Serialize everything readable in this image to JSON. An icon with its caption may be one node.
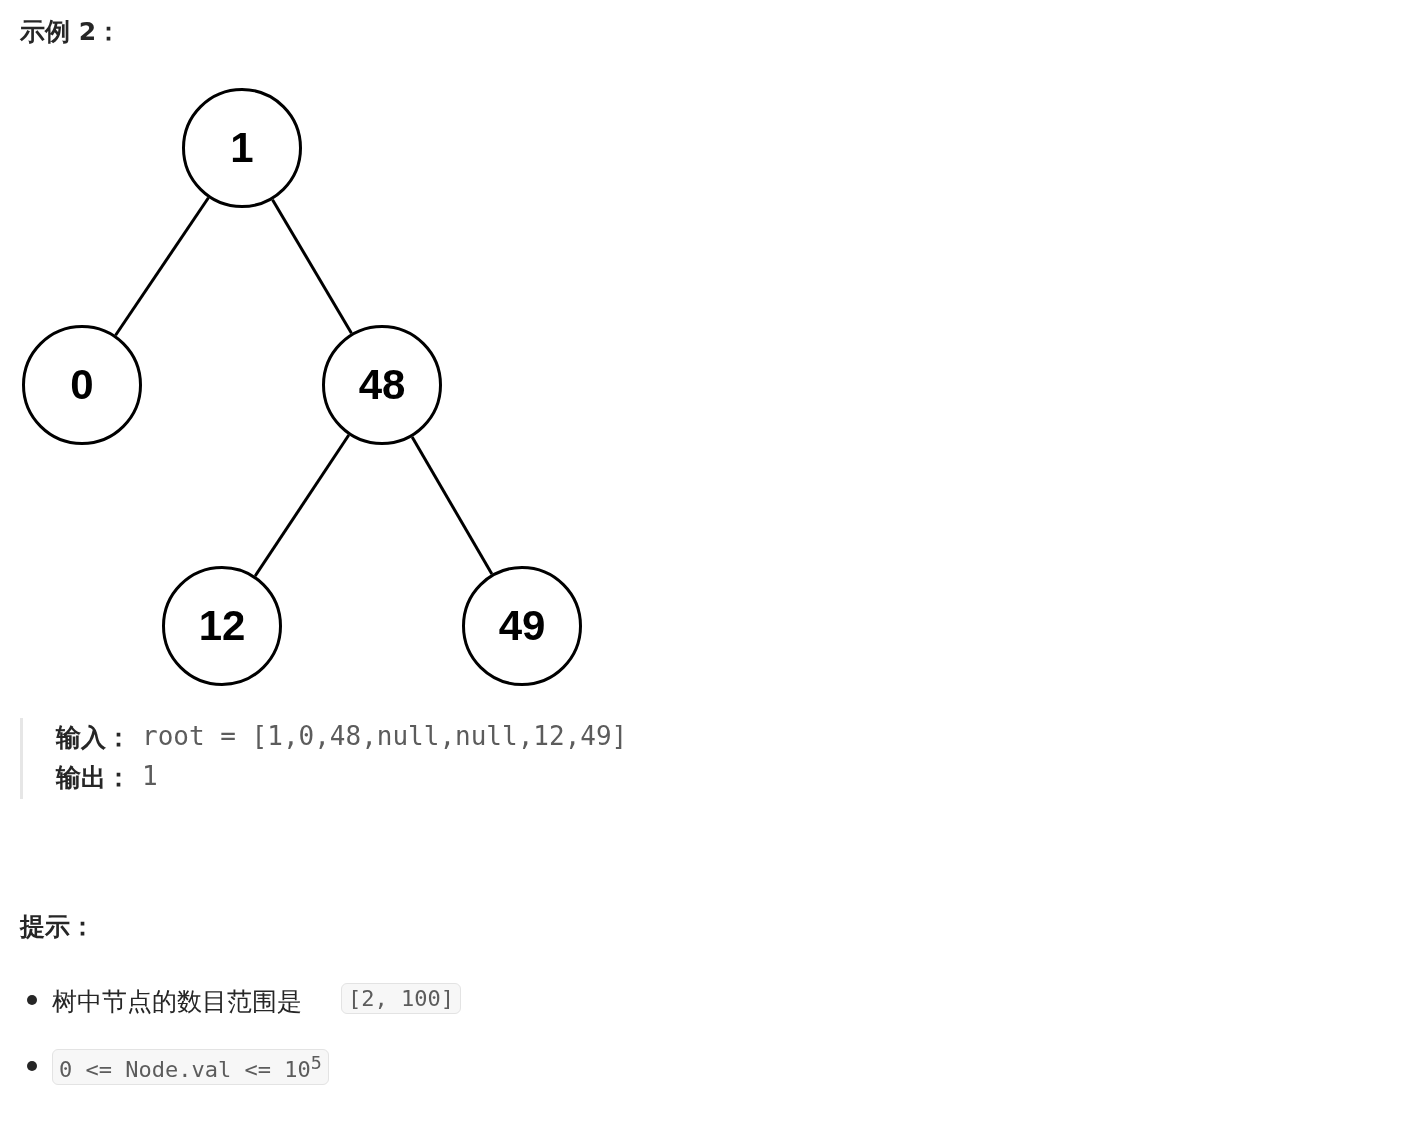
{
  "diagram": {
    "title": "示例 2：",
    "nodes": [
      {
        "text": [
          "1"
        ]
      },
      {
        "text": [
          "0"
        ]
      },
      {
        "text": [
          "48"
        ]
      },
      {
        "text": [
          "12"
        ]
      },
      {
        "text": [
          "49"
        ]
      }
    ],
    "edges": [
      {
        "from": 0,
        "to": 1,
        "arrow": "none"
      },
      {
        "from": 0,
        "to": 2,
        "arrow": "none"
      },
      {
        "from": 2,
        "to": 3,
        "arrow": "none"
      },
      {
        "from": 2,
        "to": 4,
        "arrow": "none"
      }
    ],
    "labels": [
      "输入：",
      "root = [1,0,48,null,null,12,49]",
      "输出：",
      "1",
      "提示：",
      "树中节点的数目范围是",
      "[2, 100]",
      "0 <= Node.val <= 10$^{5}$"
    ]
  }
}
